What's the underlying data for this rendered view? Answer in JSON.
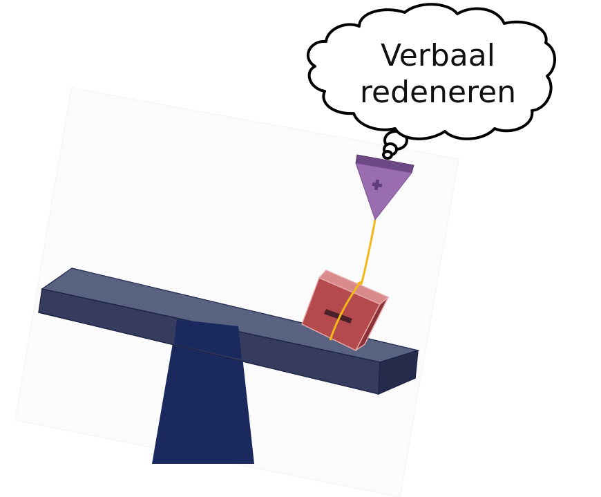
{
  "thought_cloud": {
    "line1": "Verbaal",
    "line2": "redeneren"
  },
  "icons": {
    "weight_plus": "plus-sign",
    "weight_minus": "minus-sign"
  },
  "colors": {
    "background_panel": "#fbfbfc",
    "beam_top": "#5a6282",
    "beam_front": "#353c5e",
    "beam_side": "#252b4a",
    "fulcrum": "#1a2a5e",
    "minus_block_front": "#b44a4e",
    "minus_block_top": "#d98a8c",
    "minus_block_side": "#8a3238",
    "plus_weight": "#9a6db0",
    "plus_weight_top": "#6d4a86",
    "string": "#f2b81a"
  }
}
